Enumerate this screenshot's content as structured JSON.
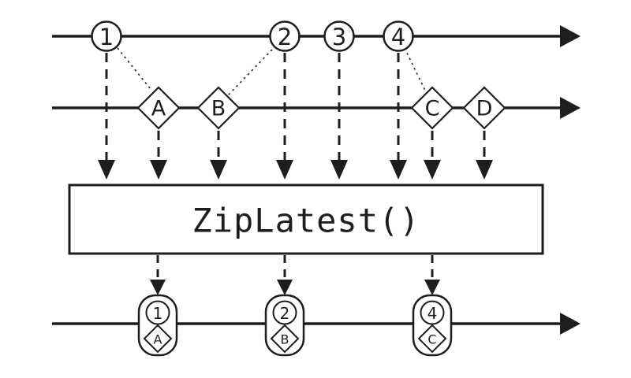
{
  "diagram": {
    "operator": {
      "label": "ZipLatest()"
    },
    "source_stream_1": {
      "marker_shape": "circle",
      "events": [
        {
          "label": "1"
        },
        {
          "label": "2"
        },
        {
          "label": "3"
        },
        {
          "label": "4"
        }
      ]
    },
    "source_stream_2": {
      "marker_shape": "diamond",
      "events": [
        {
          "label": "A"
        },
        {
          "label": "B"
        },
        {
          "label": "C"
        },
        {
          "label": "D"
        }
      ]
    },
    "output_stream": {
      "events": [
        {
          "circle_label": "1",
          "diamond_label": "A"
        },
        {
          "circle_label": "2",
          "diamond_label": "B"
        },
        {
          "circle_label": "4",
          "diamond_label": "C"
        }
      ]
    },
    "colors": {
      "ink": "#1e1e1e",
      "background": "#ffffff"
    }
  }
}
